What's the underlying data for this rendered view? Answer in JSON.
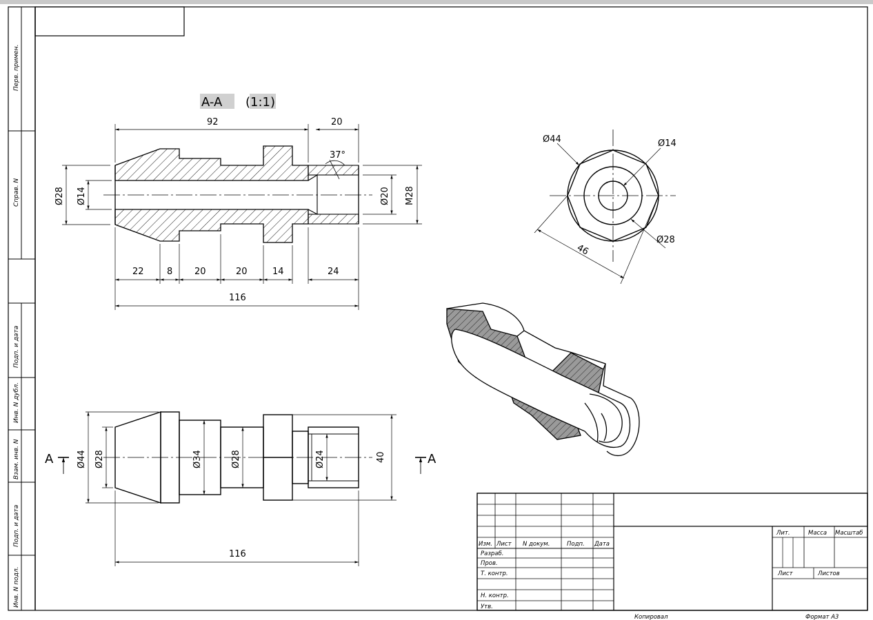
{
  "view": {
    "section_title": "A-A",
    "section_scale": "(1:1)",
    "cut_letter_left": "A",
    "cut_letter_right": "A"
  },
  "section_dims": {
    "d92": "92",
    "d20_top": "20",
    "angle": "37°",
    "phi28": "Ø28",
    "phi14": "Ø14",
    "phi20": "Ø20",
    "m28": "M28",
    "d22": "22",
    "d8": "8",
    "d20a": "20",
    "d20b": "20",
    "d14": "14",
    "d24": "24",
    "d116": "116"
  },
  "end_view_dims": {
    "phi44": "Ø44",
    "phi14": "Ø14",
    "phi28": "Ø28",
    "d46": "46"
  },
  "front_view_dims": {
    "phi44": "Ø44",
    "phi28a": "Ø28",
    "phi34": "Ø34",
    "phi28b": "Ø28",
    "phi24": "Ø24",
    "d40": "40",
    "d116": "116"
  },
  "side_stamp": [
    "Перв. примен.",
    "Справ. N",
    "Подп. и дата",
    "Инв. N дубл.",
    "Взам. инв. N",
    "Подп. и дата",
    "Инв. N подл."
  ],
  "title_block": {
    "izm": "Изм.",
    "list": "Лист",
    "ndoc": "N докум.",
    "podp": "Подп.",
    "data": "Дата",
    "razrab": "Разраб.",
    "prov": "Пров.",
    "tkontr": "Т. контр.",
    "nkontr": "Н. контр.",
    "utv": "Утв.",
    "lit": "Лит.",
    "massa": "Масса",
    "masshtab": "Масштаб",
    "list2": "Лист",
    "listov": "Листов"
  },
  "footer": {
    "kopiroval": "Копировал",
    "format": "Формат А3"
  }
}
